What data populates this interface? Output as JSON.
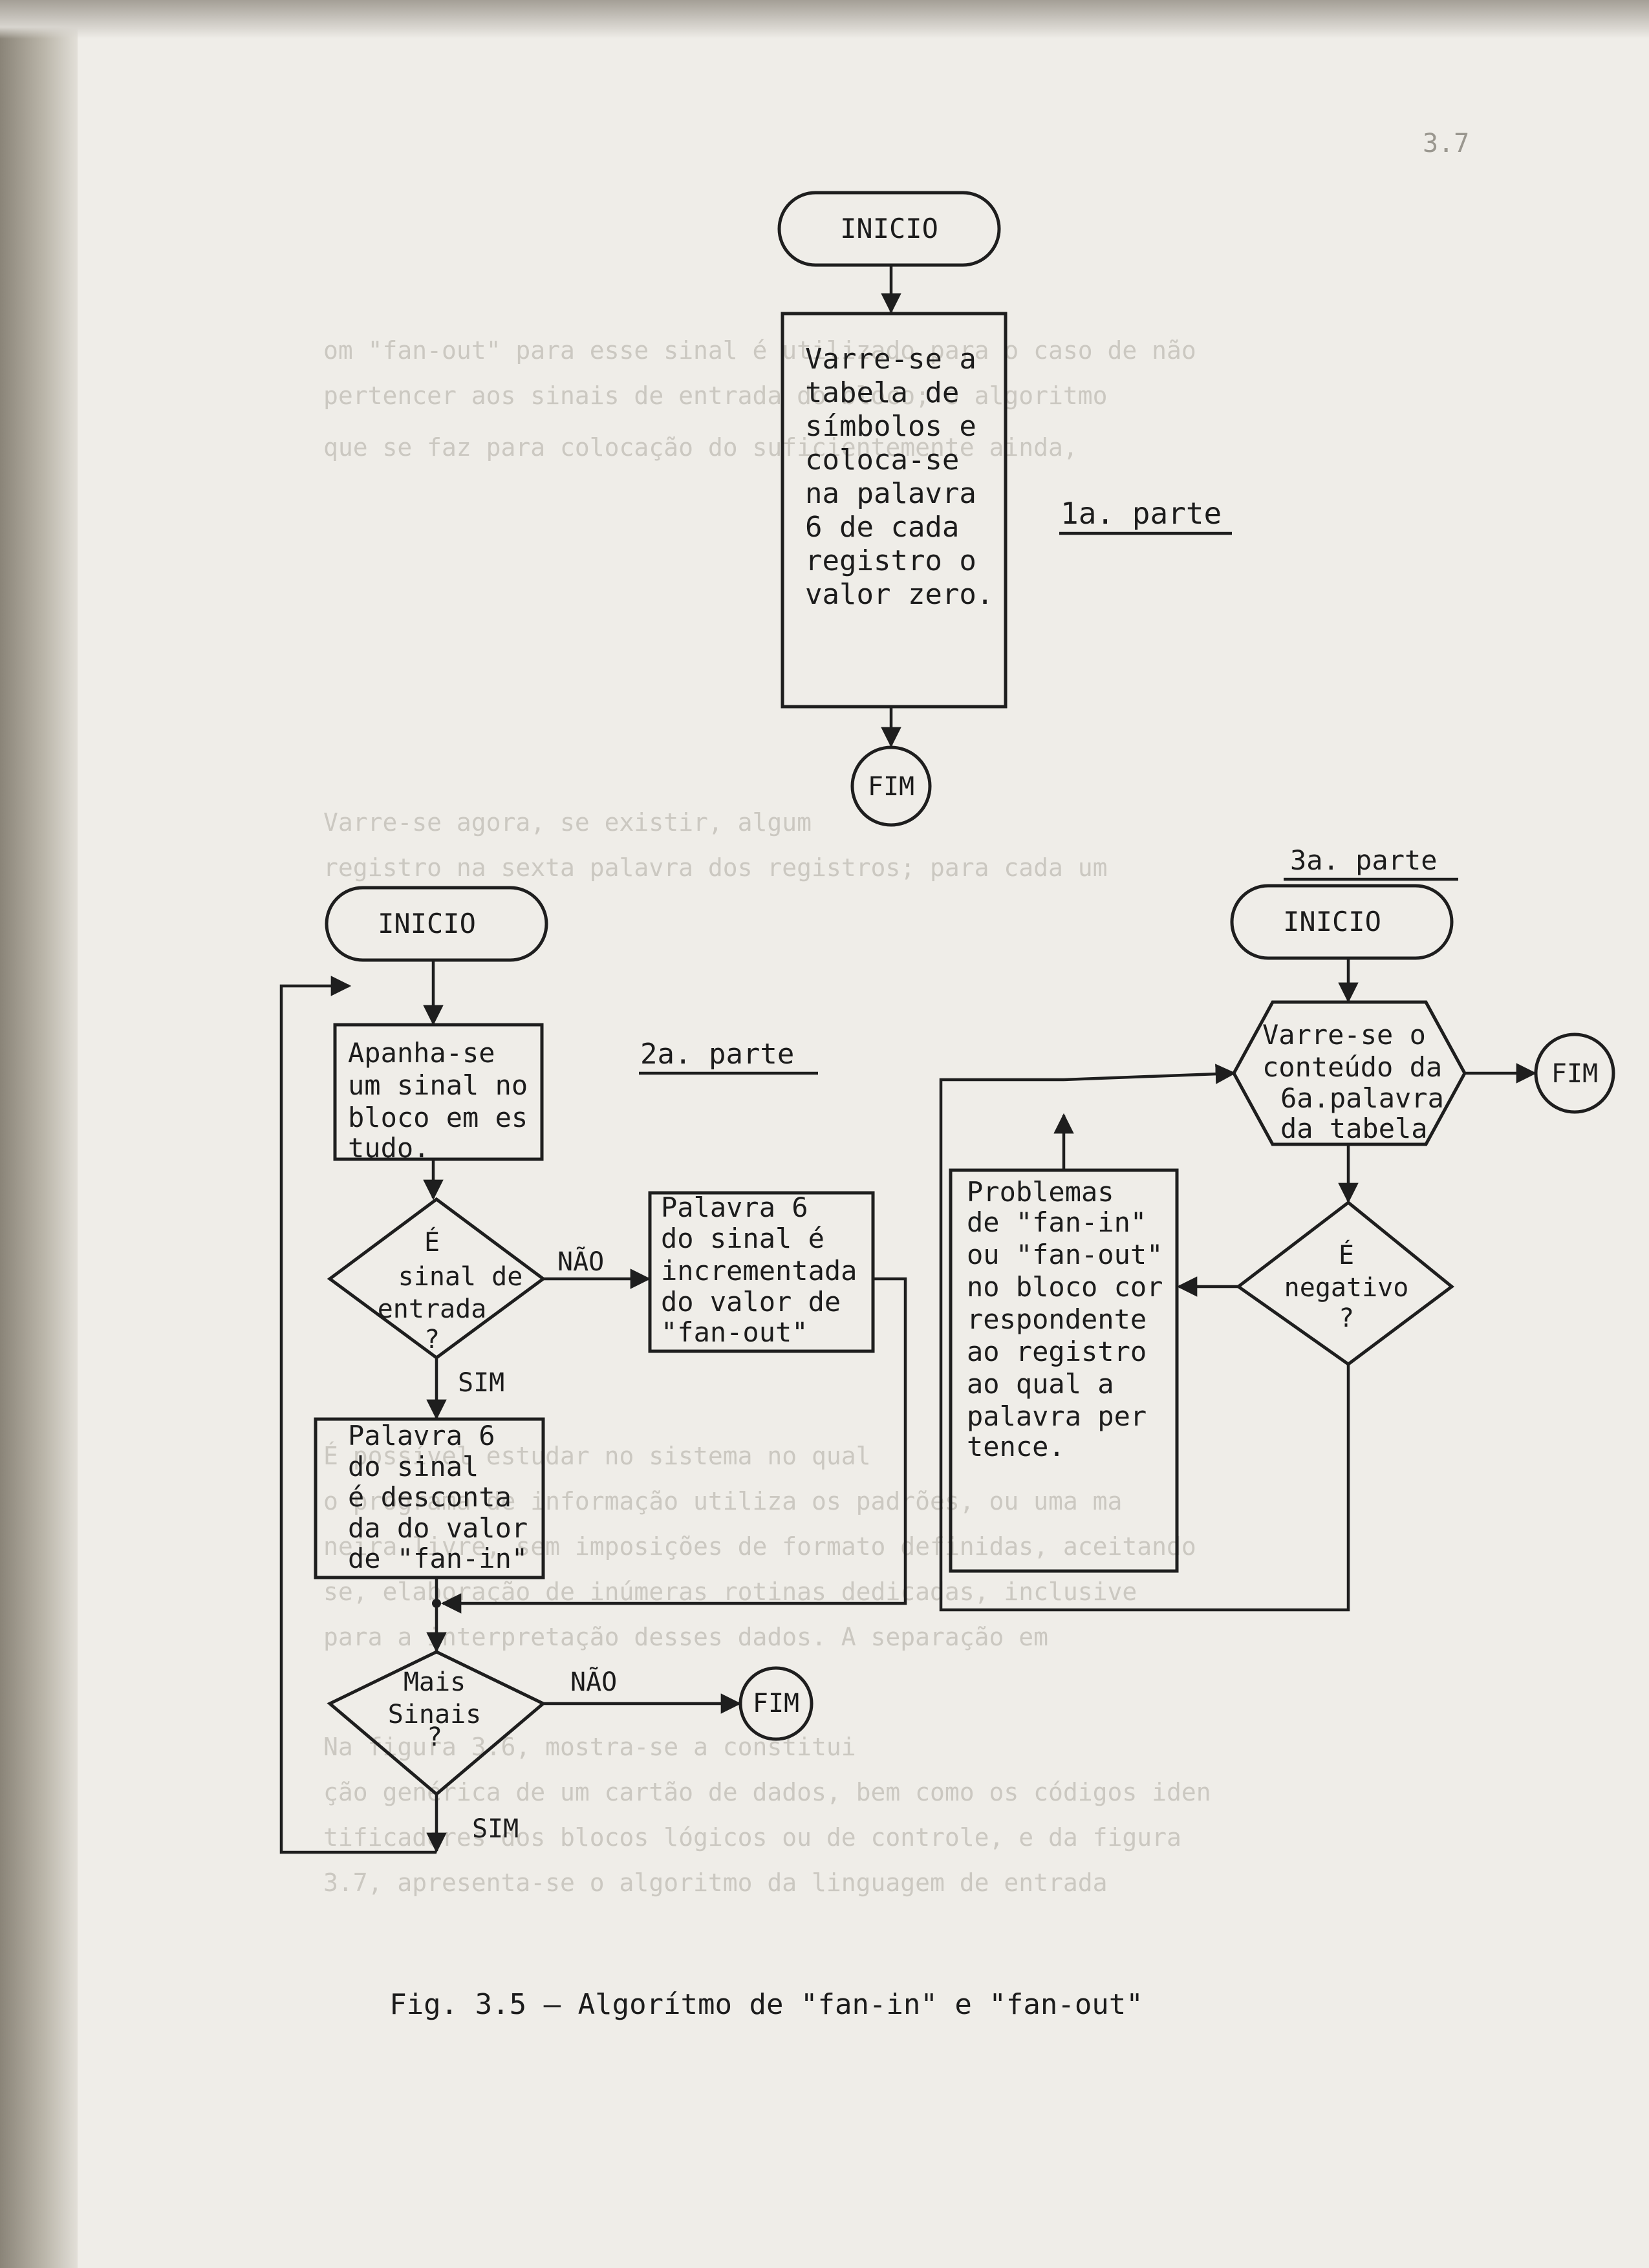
{
  "page_number": "3.7",
  "caption": "Fig. 3.5  –  Algorítmo de \"fan-in\" e \"fan-out\"",
  "part1": {
    "label": "1a. parte",
    "start": "INICIO",
    "process": [
      "Varre-se a",
      "tabela de",
      "símbolos e",
      "coloca-se",
      "na palavra",
      "6 de cada",
      "registro o",
      "valor zero."
    ],
    "end": "FIM"
  },
  "part2": {
    "label": "2a. parte",
    "start": "INICIO",
    "get_signal": [
      "Apanha-se",
      "um sinal no",
      "bloco em es",
      "tudo."
    ],
    "is_input": [
      "É",
      "sinal de",
      "entrada",
      "?"
    ],
    "no_label": "NÃO",
    "yes_label": "SIM",
    "fanout": [
      "Palavra 6",
      "do sinal é",
      "incrementada",
      "do valor de",
      "\"fan-out\""
    ],
    "fanin": [
      "Palavra 6",
      "do sinal",
      "é desconta",
      "da do valor",
      "de \"fan-in\""
    ],
    "more_signals": [
      "Mais",
      "Sinais",
      "?"
    ],
    "no2_label": "NÃO",
    "yes2_label": "SIM",
    "end": "FIM"
  },
  "part3": {
    "label": "3a. parte",
    "start": "INICIO",
    "scan": [
      "Varre-se o",
      "conteúdo da",
      "6a.palavra",
      "da tabela"
    ],
    "end": "FIM",
    "is_negative": [
      "É",
      "negativo",
      "?"
    ],
    "problems": [
      "Problemas",
      "de \"fan-in\"",
      "ou \"fan-out\"",
      "no bloco cor",
      "respondente",
      "ao registro",
      "ao qual a",
      "palavra per",
      "tence."
    ]
  }
}
